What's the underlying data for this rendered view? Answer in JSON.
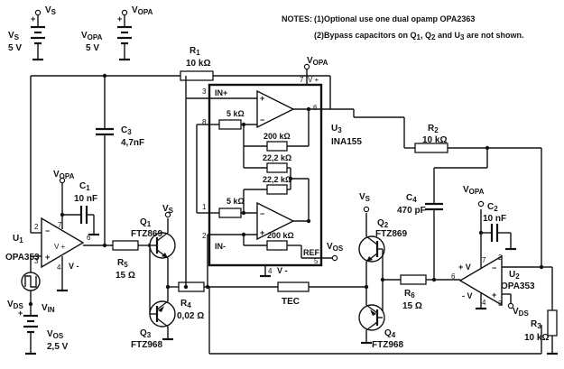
{
  "notes": {
    "header": "NOTES:",
    "line1": "(1)Optional use one dual opamp OPA2363",
    "line2": "(2)Bypass capacitors on Q",
    "line2_sub1": "1",
    "line2_mid1": ", Q",
    "line2_sub2": "2",
    "line2_mid2": " and U",
    "line2_sub3": "3",
    "line2_tail": " are not shown."
  },
  "supplies": {
    "vs_top": {
      "main": "V",
      "sub": "S"
    },
    "vopa_top": {
      "main": "V",
      "sub": "OPA"
    },
    "vs_batt": {
      "main": "V",
      "sub": "S",
      "value": "5 V"
    },
    "vopa_batt": {
      "main": "V",
      "sub": "OPA",
      "value": "5 V"
    },
    "vos_batt": {
      "main": "V",
      "sub": "OS",
      "value": "2,5 V"
    }
  },
  "components": {
    "r1": {
      "main": "R",
      "sub": "1",
      "value": "10 kΩ"
    },
    "r2": {
      "main": "R",
      "sub": "2",
      "value": "10 kΩ"
    },
    "r3": {
      "main": "R",
      "sub": "3",
      "value": "10 kΩ"
    },
    "r4": {
      "main": "R",
      "sub": "4",
      "value": "0,02 Ω"
    },
    "r5": {
      "main": "R",
      "sub": "5",
      "value": "15 Ω"
    },
    "r6": {
      "main": "R",
      "sub": "6",
      "value": "15 Ω"
    },
    "c1": {
      "main": "C",
      "sub": "1",
      "value": "10 nF"
    },
    "c2": {
      "main": "C",
      "sub": "2",
      "value": "10 nF"
    },
    "c3": {
      "main": "C",
      "sub": "3",
      "value": "4,7nF"
    },
    "c4": {
      "main": "C",
      "sub": "4",
      "value": "470 pF"
    },
    "q1": {
      "main": "Q",
      "sub": "1",
      "part": "FTZ869"
    },
    "q2": {
      "main": "Q",
      "sub": "2",
      "part": "FTZ869"
    },
    "q3": {
      "main": "Q",
      "sub": "3",
      "part": "FTZ968"
    },
    "q4": {
      "main": "Q",
      "sub": "4",
      "part": "FTZ968"
    },
    "u1": {
      "main": "U",
      "sub": "1",
      "part": "OPA353"
    },
    "u2": {
      "main": "U",
      "sub": "2",
      "part": "OPA353"
    },
    "u3": {
      "main": "U",
      "sub": "3",
      "part": "INA155"
    },
    "tec": "TEC"
  },
  "ina": {
    "pin_in_plus": "IN+",
    "pin_in_minus": "IN-",
    "pin_vplus": "V +",
    "pin_vminus": "V -",
    "ref": "REF",
    "r_5k_top": "5 kΩ",
    "r_5k_bot": "5 kΩ",
    "r_200k_top": "200 kΩ",
    "r_22k_a": "22,2 kΩ",
    "r_22k_b": "22,2 kΩ",
    "r_200k_bot": "200 kΩ"
  },
  "pins": {
    "ina_3": "3",
    "ina_8": "8",
    "ina_1": "1",
    "ina_2": "2",
    "ina_7": "7",
    "ina_6": "6",
    "ina_5": "5",
    "ina_4": "4",
    "u1_2": "2",
    "u1_3": "3",
    "u1_7": "7",
    "u1_4": "4",
    "u1_6": "6",
    "u2_2": "2",
    "u2_3": "3",
    "u2_7": "7",
    "u2_4": "4",
    "u2_6": "6",
    "u1_vplus": "V +",
    "u1_vminus": "V -",
    "u2_vplus": "+ V",
    "u2_vminus": "- V"
  },
  "nets": {
    "vopa_r1": {
      "main": "V",
      "sub": "OPA"
    },
    "vopa_u1": {
      "main": "V",
      "sub": "OPA"
    },
    "vopa_u2": {
      "main": "V",
      "sub": "OPA"
    },
    "vs_q1": {
      "main": "V",
      "sub": "S"
    },
    "vs_q2": {
      "main": "V",
      "sub": "S"
    },
    "vos_ina": {
      "main": "V",
      "sub": "OS"
    },
    "vds_u1": {
      "main": "V",
      "sub": "DS"
    },
    "vds_u2": {
      "main": "V",
      "sub": "DS"
    },
    "vin": {
      "main": "V",
      "sub": "IN"
    }
  }
}
